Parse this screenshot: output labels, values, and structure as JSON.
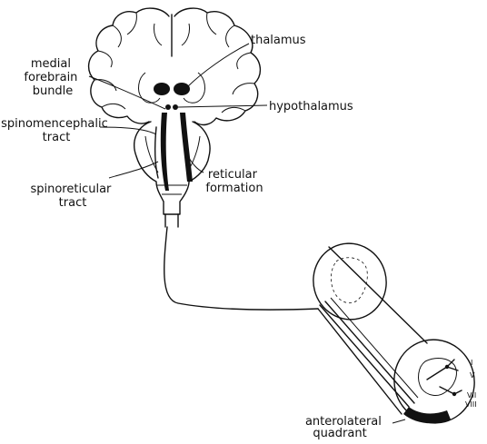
{
  "colors": {
    "ink": "#111111",
    "background": "#ffffff"
  },
  "labels": {
    "thalamus": "thalamus",
    "medial_forebrain_bundle": [
      "medial",
      "forebrain",
      "bundle"
    ],
    "hypothalamus": "hypothalamus",
    "spinomencephalic_tract": [
      "spinomencephalic",
      "tract"
    ],
    "reticular_formation": [
      "reticular",
      "formation"
    ],
    "spinoreticular_tract": [
      "spinoreticular",
      "tract"
    ],
    "anterolateral_quadrant": [
      "anterolateral",
      "quadrant"
    ]
  },
  "laminae": [
    "I",
    "V",
    "VII",
    "VIII"
  ]
}
